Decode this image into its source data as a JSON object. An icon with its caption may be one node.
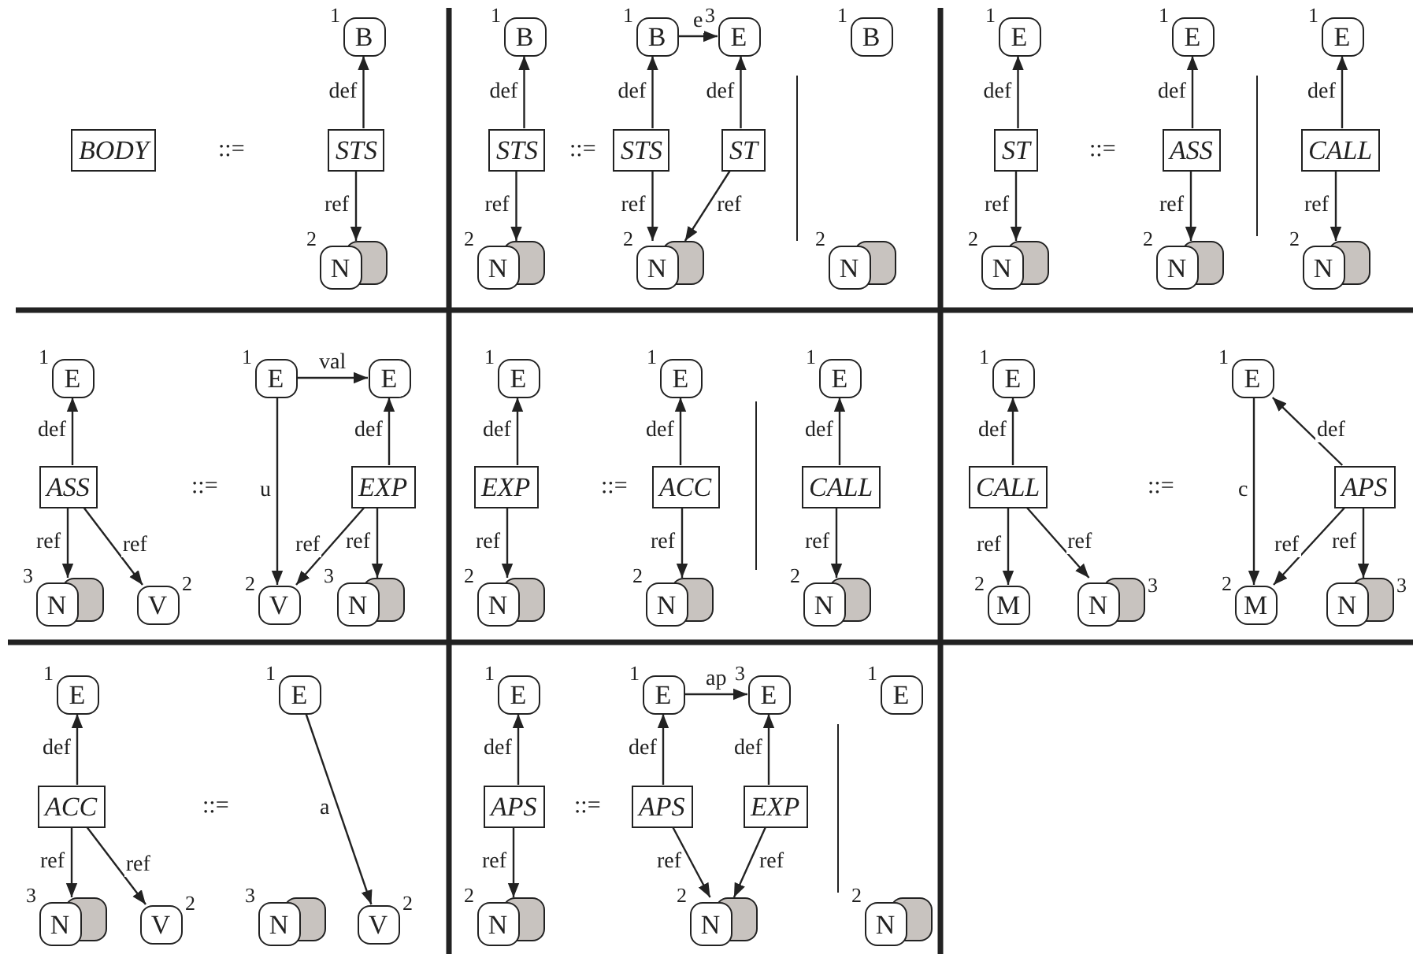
{
  "diagram": {
    "nodes": [
      {
        "text": [
          "BODY"
        ]
      },
      {
        "text": [
          "B"
        ],
        "beside": [
          "1"
        ]
      },
      {
        "text": [
          "STS"
        ]
      },
      {
        "text": [
          "N"
        ],
        "beside": [
          "2"
        ]
      },
      {
        "text": [
          "B"
        ],
        "beside": [
          "1"
        ]
      },
      {
        "text": [
          "STS"
        ]
      },
      {
        "text": [
          "N"
        ],
        "beside": [
          "2"
        ]
      },
      {
        "text": [
          "B"
        ],
        "beside": [
          "1"
        ]
      },
      {
        "text": [
          "E"
        ],
        "beside": [
          "3"
        ]
      },
      {
        "text": [
          "STS"
        ]
      },
      {
        "text": [
          "ST"
        ]
      },
      {
        "text": [
          "N"
        ],
        "beside": [
          "2"
        ]
      },
      {
        "text": [
          "B"
        ],
        "beside": [
          "1"
        ]
      },
      {
        "text": [
          "N"
        ],
        "beside": [
          "2"
        ]
      },
      {
        "text": [
          "E"
        ],
        "beside": [
          "1"
        ]
      },
      {
        "text": [
          "ST"
        ]
      },
      {
        "text": [
          "N"
        ],
        "beside": [
          "2"
        ]
      },
      {
        "text": [
          "E"
        ],
        "beside": [
          "1"
        ]
      },
      {
        "text": [
          "ASS"
        ]
      },
      {
        "text": [
          "N"
        ],
        "beside": [
          "2"
        ]
      },
      {
        "text": [
          "E"
        ],
        "beside": [
          "1"
        ]
      },
      {
        "text": [
          "CALL"
        ]
      },
      {
        "text": [
          "N"
        ],
        "beside": [
          "2"
        ]
      },
      {
        "text": [
          "E"
        ],
        "beside": [
          "1"
        ]
      },
      {
        "text": [
          "ASS"
        ]
      },
      {
        "text": [
          "N"
        ],
        "beside": [
          "3"
        ]
      },
      {
        "text": [
          "V"
        ],
        "beside": [
          "2"
        ]
      },
      {
        "text": [
          "E"
        ],
        "beside": [
          "1"
        ]
      },
      {
        "text": [
          "E"
        ]
      },
      {
        "text": [
          "EXP"
        ]
      },
      {
        "text": [
          "V"
        ],
        "beside": [
          "2"
        ]
      },
      {
        "text": [
          "N"
        ],
        "beside": [
          "3"
        ]
      },
      {
        "text": [
          "E"
        ],
        "beside": [
          "1"
        ]
      },
      {
        "text": [
          "EXP"
        ]
      },
      {
        "text": [
          "N"
        ],
        "beside": [
          "2"
        ]
      },
      {
        "text": [
          "E"
        ],
        "beside": [
          "1"
        ]
      },
      {
        "text": [
          "ACC"
        ]
      },
      {
        "text": [
          "N"
        ],
        "beside": [
          "2"
        ]
      },
      {
        "text": [
          "E"
        ],
        "beside": [
          "1"
        ]
      },
      {
        "text": [
          "CALL"
        ]
      },
      {
        "text": [
          "N"
        ],
        "beside": [
          "2"
        ]
      },
      {
        "text": [
          "E"
        ],
        "beside": [
          "1"
        ]
      },
      {
        "text": [
          "CALL"
        ]
      },
      {
        "text": [
          "M"
        ],
        "beside": [
          "2"
        ]
      },
      {
        "text": [
          "N"
        ],
        "beside": [
          "3"
        ]
      },
      {
        "text": [
          "E"
        ],
        "beside": [
          "1"
        ]
      },
      {
        "text": [
          "APS"
        ]
      },
      {
        "text": [
          "M"
        ],
        "beside": [
          "2"
        ]
      },
      {
        "text": [
          "N"
        ],
        "beside": [
          "3"
        ]
      },
      {
        "text": [
          "E"
        ],
        "beside": [
          "1"
        ]
      },
      {
        "text": [
          "ACC"
        ]
      },
      {
        "text": [
          "N"
        ],
        "beside": [
          "3"
        ]
      },
      {
        "text": [
          "V"
        ],
        "beside": [
          "2"
        ]
      },
      {
        "text": [
          "E"
        ],
        "beside": [
          "1"
        ]
      },
      {
        "text": [
          "N"
        ],
        "beside": [
          "3"
        ]
      },
      {
        "text": [
          "V"
        ],
        "beside": [
          "2"
        ]
      },
      {
        "text": [
          "E"
        ],
        "beside": [
          "1"
        ]
      },
      {
        "text": [
          "APS"
        ]
      },
      {
        "text": [
          "N"
        ],
        "beside": [
          "2"
        ]
      },
      {
        "text": [
          "E"
        ],
        "beside": [
          "1"
        ]
      },
      {
        "text": [
          "E"
        ],
        "beside": [
          "3"
        ]
      },
      {
        "text": [
          "APS"
        ]
      },
      {
        "text": [
          "EXP"
        ]
      },
      {
        "text": [
          "N"
        ],
        "beside": [
          "2"
        ]
      },
      {
        "text": [
          "E"
        ],
        "beside": [
          "1"
        ]
      },
      {
        "text": [
          "N"
        ],
        "beside": [
          "2"
        ]
      }
    ],
    "edges": [
      {
        "from": 2,
        "to": 1,
        "arrow": "to",
        "label": "def"
      },
      {
        "from": 2,
        "to": 3,
        "arrow": "to",
        "label": "ref"
      },
      {
        "from": 5,
        "to": 4,
        "arrow": "to",
        "label": "def"
      },
      {
        "from": 5,
        "to": 6,
        "arrow": "to",
        "label": "ref"
      },
      {
        "from": 7,
        "to": 8,
        "arrow": "to",
        "label": "e"
      },
      {
        "from": 9,
        "to": 7,
        "arrow": "to",
        "label": "def"
      },
      {
        "from": 9,
        "to": 11,
        "arrow": "to",
        "label": "ref"
      },
      {
        "from": 10,
        "to": 8,
        "arrow": "to",
        "label": "def"
      },
      {
        "from": 10,
        "to": 11,
        "arrow": "to",
        "label": "ref"
      },
      {
        "from": 15,
        "to": 14,
        "arrow": "to",
        "label": "def"
      },
      {
        "from": 15,
        "to": 16,
        "arrow": "to",
        "label": "ref"
      },
      {
        "from": 18,
        "to": 17,
        "arrow": "to",
        "label": "def"
      },
      {
        "from": 18,
        "to": 19,
        "arrow": "to",
        "label": "ref"
      },
      {
        "from": 21,
        "to": 20,
        "arrow": "to",
        "label": "def"
      },
      {
        "from": 21,
        "to": 22,
        "arrow": "to",
        "label": "ref"
      },
      {
        "from": 24,
        "to": 23,
        "arrow": "to",
        "label": "def"
      },
      {
        "from": 24,
        "to": 25,
        "arrow": "to",
        "label": "ref"
      },
      {
        "from": 24,
        "to": 26,
        "arrow": "to",
        "label": "ref"
      },
      {
        "from": 27,
        "to": 28,
        "arrow": "to",
        "label": "val"
      },
      {
        "from": 27,
        "to": 30,
        "arrow": "to",
        "label": "u"
      },
      {
        "from": 29,
        "to": 28,
        "arrow": "to",
        "label": "def"
      },
      {
        "from": 29,
        "to": 30,
        "arrow": "to",
        "label": "ref"
      },
      {
        "from": 29,
        "to": 31,
        "arrow": "to",
        "label": "ref"
      },
      {
        "from": 33,
        "to": 32,
        "arrow": "to",
        "label": "def"
      },
      {
        "from": 33,
        "to": 34,
        "arrow": "to",
        "label": "ref"
      },
      {
        "from": 36,
        "to": 35,
        "arrow": "to",
        "label": "def"
      },
      {
        "from": 36,
        "to": 37,
        "arrow": "to",
        "label": "ref"
      },
      {
        "from": 39,
        "to": 38,
        "arrow": "to",
        "label": "def"
      },
      {
        "from": 39,
        "to": 40,
        "arrow": "to",
        "label": "ref"
      },
      {
        "from": 42,
        "to": 41,
        "arrow": "to",
        "label": "def"
      },
      {
        "from": 42,
        "to": 43,
        "arrow": "to",
        "label": "ref"
      },
      {
        "from": 42,
        "to": 44,
        "arrow": "to",
        "label": "ref"
      },
      {
        "from": 45,
        "to": 47,
        "arrow": "to",
        "label": "c"
      },
      {
        "from": 46,
        "to": 45,
        "arrow": "to",
        "label": "def"
      },
      {
        "from": 46,
        "to": 47,
        "arrow": "to",
        "label": "ref"
      },
      {
        "from": 46,
        "to": 48,
        "arrow": "to",
        "label": "ref"
      },
      {
        "from": 50,
        "to": 49,
        "arrow": "to",
        "label": "def"
      },
      {
        "from": 50,
        "to": 51,
        "arrow": "to",
        "label": "ref"
      },
      {
        "from": 50,
        "to": 52,
        "arrow": "to",
        "label": "ref"
      },
      {
        "from": 53,
        "to": 55,
        "arrow": "to",
        "label": "a"
      },
      {
        "from": 57,
        "to": 56,
        "arrow": "to",
        "label": "def"
      },
      {
        "from": 57,
        "to": 58,
        "arrow": "to",
        "label": "ref"
      },
      {
        "from": 59,
        "to": 60,
        "arrow": "to",
        "label": "ap"
      },
      {
        "from": 61,
        "to": 59,
        "arrow": "to",
        "label": "def"
      },
      {
        "from": 61,
        "to": 63,
        "arrow": "to",
        "label": "ref"
      },
      {
        "from": 62,
        "to": 60,
        "arrow": "to",
        "label": "def"
      },
      {
        "from": 62,
        "to": 63,
        "arrow": "to",
        "label": "ref"
      }
    ],
    "labels": [
      "::=",
      "::=",
      "::=",
      "::=",
      "::=",
      "::=",
      "::=",
      "::="
    ]
  }
}
